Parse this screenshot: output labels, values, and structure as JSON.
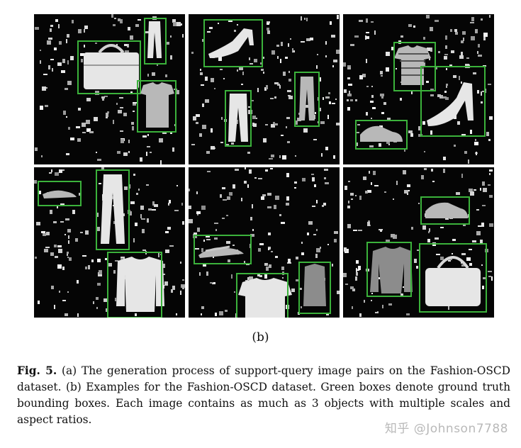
{
  "figure": {
    "panels": [
      {
        "id": "r1c1",
        "items": [
          "handbag-icon",
          "trousers-icon",
          "tshirt-icon"
        ]
      },
      {
        "id": "r1c2",
        "items": [
          "heel-sandal-icon",
          "trousers-icon",
          "trousers-icon"
        ]
      },
      {
        "id": "r1c3",
        "items": [
          "striped-tshirt-icon",
          "heel-sandal-icon",
          "sneaker-icon"
        ]
      },
      {
        "id": "r2c1",
        "items": [
          "flat-sandal-icon",
          "trousers-icon",
          "shirt-icon"
        ]
      },
      {
        "id": "r2c2",
        "items": [
          "flat-sandal-icon",
          "blouse-icon",
          "top-icon"
        ]
      },
      {
        "id": "r2c3",
        "items": [
          "sneaker-icon",
          "jacket-icon",
          "handbag-icon"
        ]
      }
    ],
    "box_color": "#3bb23b",
    "background_color": "#050505"
  },
  "sublabel": "(b)",
  "caption": {
    "label": "Fig. 5.",
    "text": " (a) The generation process of support-query image pairs on the Fashion-OSCD dataset. (b) Examples for the Fashion-OSCD dataset. Green boxes denote ground truth bounding boxes. Each image contains as much as 3 objects with multiple scales and aspect ratios."
  },
  "watermark": "知乎 @Johnson7788"
}
